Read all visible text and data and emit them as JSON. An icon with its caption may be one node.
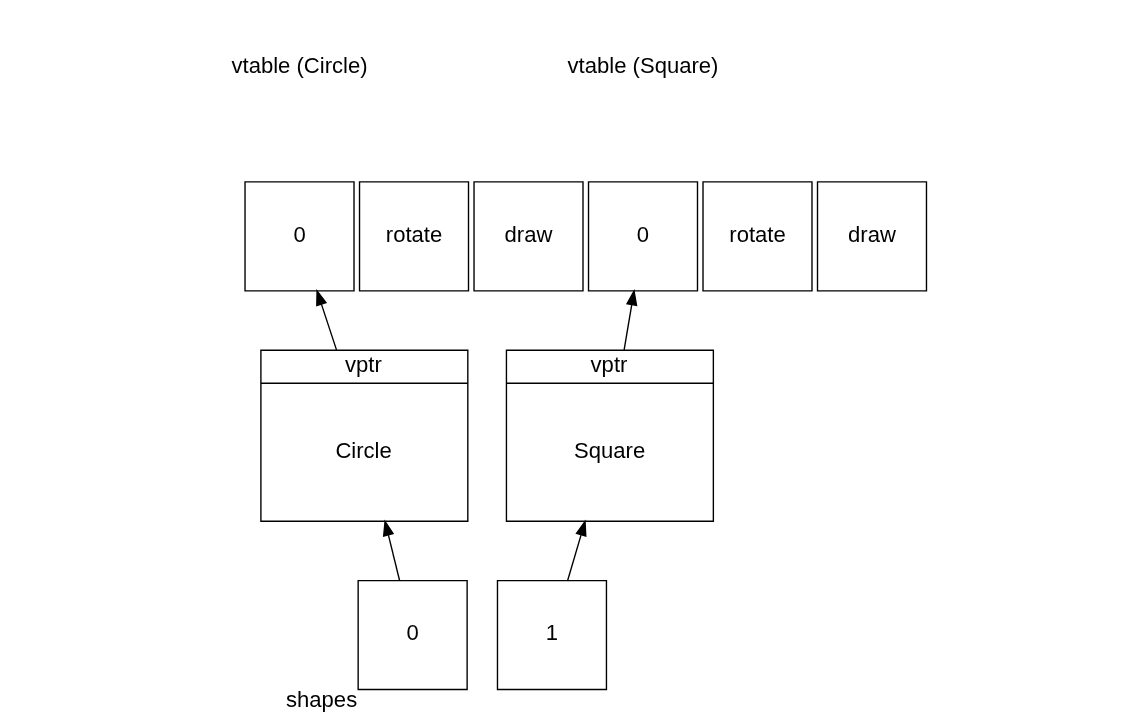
{
  "diagram": {
    "nodes": [
      {
        "text": [
          "0"
        ]
      },
      {
        "text": [
          "rotate"
        ]
      },
      {
        "text": [
          "draw"
        ]
      },
      {
        "text": [
          "0"
        ]
      },
      {
        "text": [
          "rotate"
        ]
      },
      {
        "text": [
          "draw"
        ]
      },
      {
        "text": [
          "vptr",
          "Circle"
        ]
      },
      {
        "text": [
          "vptr",
          "Square"
        ]
      },
      {
        "text": [
          "0"
        ],
        "beside": [
          "shapes"
        ]
      },
      {
        "text": [
          "1"
        ]
      }
    ],
    "edges": [
      {
        "from": 6,
        "to": 0,
        "arrow": "to"
      },
      {
        "from": 7,
        "to": 3,
        "arrow": "to"
      },
      {
        "from": 8,
        "to": 6,
        "arrow": "to"
      },
      {
        "from": 9,
        "to": 7,
        "arrow": "to"
      }
    ],
    "labels": [
      "vtable (Circle)",
      "vtable (Square)"
    ]
  }
}
